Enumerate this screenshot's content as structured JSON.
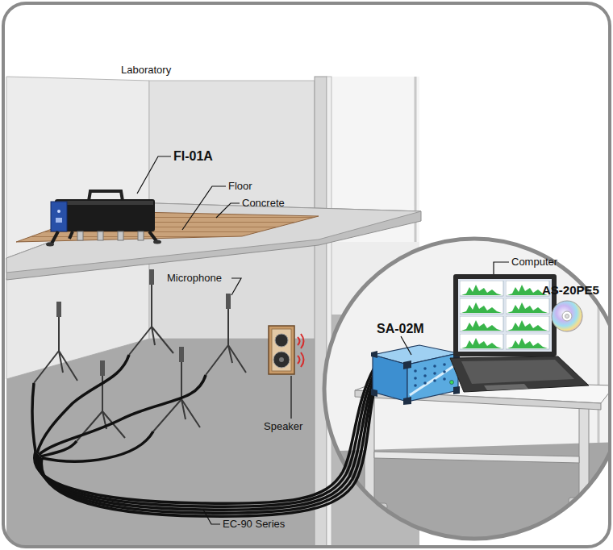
{
  "diagram": {
    "labels": [
      "Laboratory",
      "FI-01A",
      "Floor",
      "Concrete",
      "Microphone",
      "Speaker",
      "EC-90 Series",
      "SA-02M",
      "Computer",
      "AS-20PE5"
    ]
  }
}
